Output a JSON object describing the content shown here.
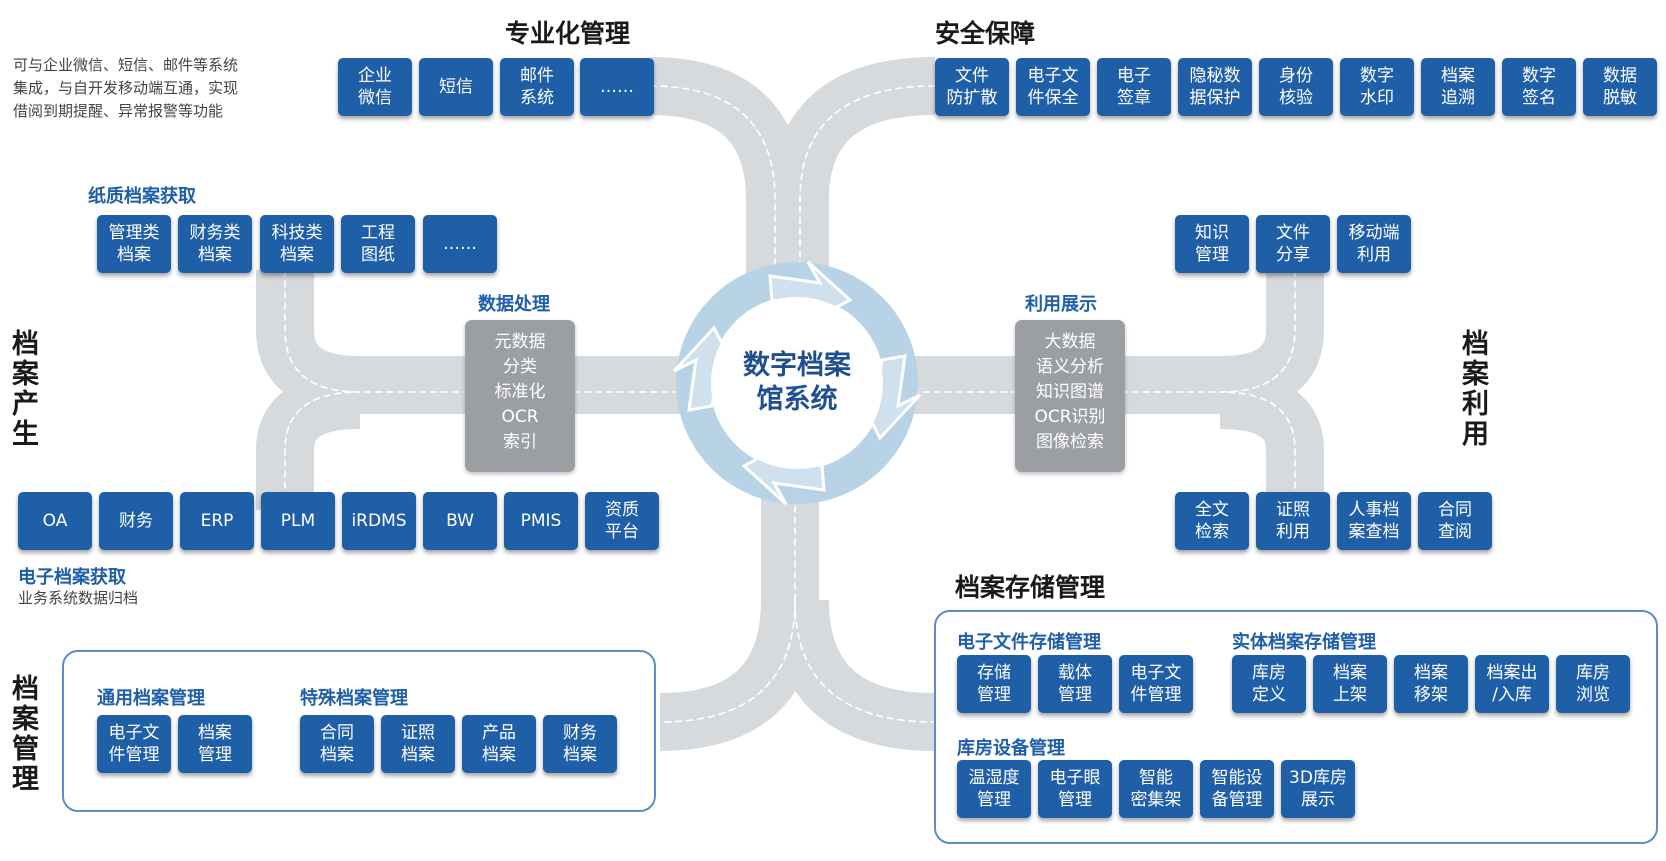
{
  "center": {
    "line1": "数字档案",
    "line2": "馆系统"
  },
  "top_left": {
    "title": "专业化管理",
    "note_lines": [
      "可与企业微信、短信、邮件等系统",
      "集成，与自开发移动端互通，实现",
      "借阅到期提醒、异常报警等功能"
    ],
    "items": [
      "企业\n微信",
      "短信",
      "邮件\n系统",
      "……"
    ]
  },
  "top_right": {
    "title": "安全保障",
    "items": [
      "文件\n防扩散",
      "电子文\n件保全",
      "电子\n签章",
      "隐秘数\n据保护",
      "身份\n核验",
      "数字\n水印",
      "档案\n追溯",
      "数字\n签名",
      "数据\n脱敏"
    ]
  },
  "left": {
    "vertical_title": "档案产生",
    "paper_title": "纸质档案获取",
    "paper_items": [
      "管理类\n档案",
      "财务类\n档案",
      "科技类\n档案",
      "工程\n图纸",
      "……"
    ],
    "electronic_title": "电子档案获取",
    "electronic_note": "业务系统数据归档",
    "electronic_items": [
      "OA",
      "财务",
      "ERP",
      "PLM",
      "iRDMS",
      "BW",
      "PMIS",
      "资质\n平台"
    ]
  },
  "processing": {
    "title": "数据处理",
    "items": [
      "元数据",
      "分类",
      "标准化",
      "OCR",
      "索引"
    ]
  },
  "display": {
    "title": "利用展示",
    "items": [
      "大数据",
      "语义分析",
      "知识图谱",
      "OCR识别",
      "图像检索"
    ]
  },
  "right": {
    "vertical_title": "档案利用",
    "top_items": [
      "知识\n管理",
      "文件\n分享",
      "移动端\n利用"
    ],
    "bottom_items": [
      "全文\n检索",
      "证照\n利用",
      "人事档\n案查档",
      "合同\n查阅"
    ]
  },
  "bottom_left": {
    "vertical_title": "档案管理",
    "general_title": "通用档案管理",
    "general_items": [
      "电子文\n件管理",
      "档案\n管理"
    ],
    "special_title": "特殊档案管理",
    "special_items": [
      "合同\n档案",
      "证照\n档案",
      "产品\n档案",
      "财务\n档案"
    ]
  },
  "bottom_right": {
    "title": "档案存储管理",
    "electronic_title": "电子文件存储管理",
    "electronic_items": [
      "存储\n管理",
      "载体\n管理",
      "电子文\n件管理"
    ],
    "physical_title": "实体档案存储管理",
    "physical_items": [
      "库房\n定义",
      "档案\n上架",
      "档案\n移架",
      "档案出\n/入库",
      "库房\n浏览"
    ],
    "equipment_title": "库房设备管理",
    "equipment_items": [
      "温湿度\n管理",
      "电子眼\n管理",
      "智能\n密集架",
      "智能设\n备管理",
      "3D库房\n展示"
    ]
  }
}
